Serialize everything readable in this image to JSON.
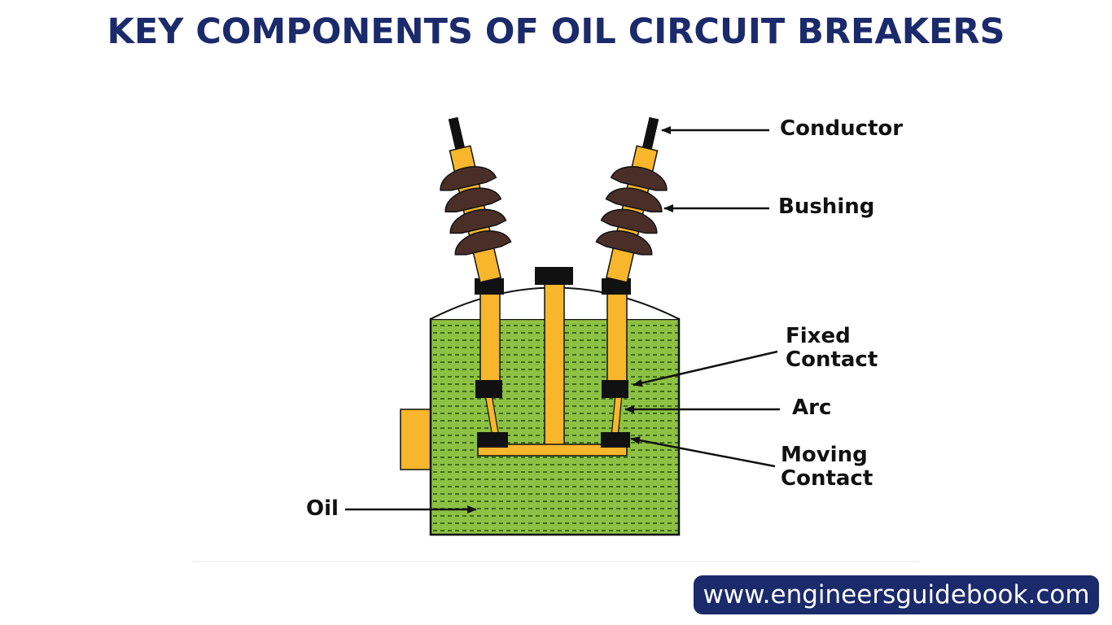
{
  "title": "KEY COMPONENTS OF OIL CIRCUIT BREAKERS",
  "labels": {
    "conductor": "Conductor",
    "bushing": "Bushing",
    "fixed_contact": "Fixed\nContact",
    "arc": "Arc",
    "moving_contact": "Moving\nContact",
    "oil": "Oil"
  },
  "website": "www.engineersguidebook.com",
  "colors": {
    "title": "#1b2a6b",
    "oil": "#8dc143",
    "rod": "#f7b62b",
    "bushing_disc": "#4a2f28",
    "contact": "#111111",
    "badge": "#1b2a6b"
  }
}
